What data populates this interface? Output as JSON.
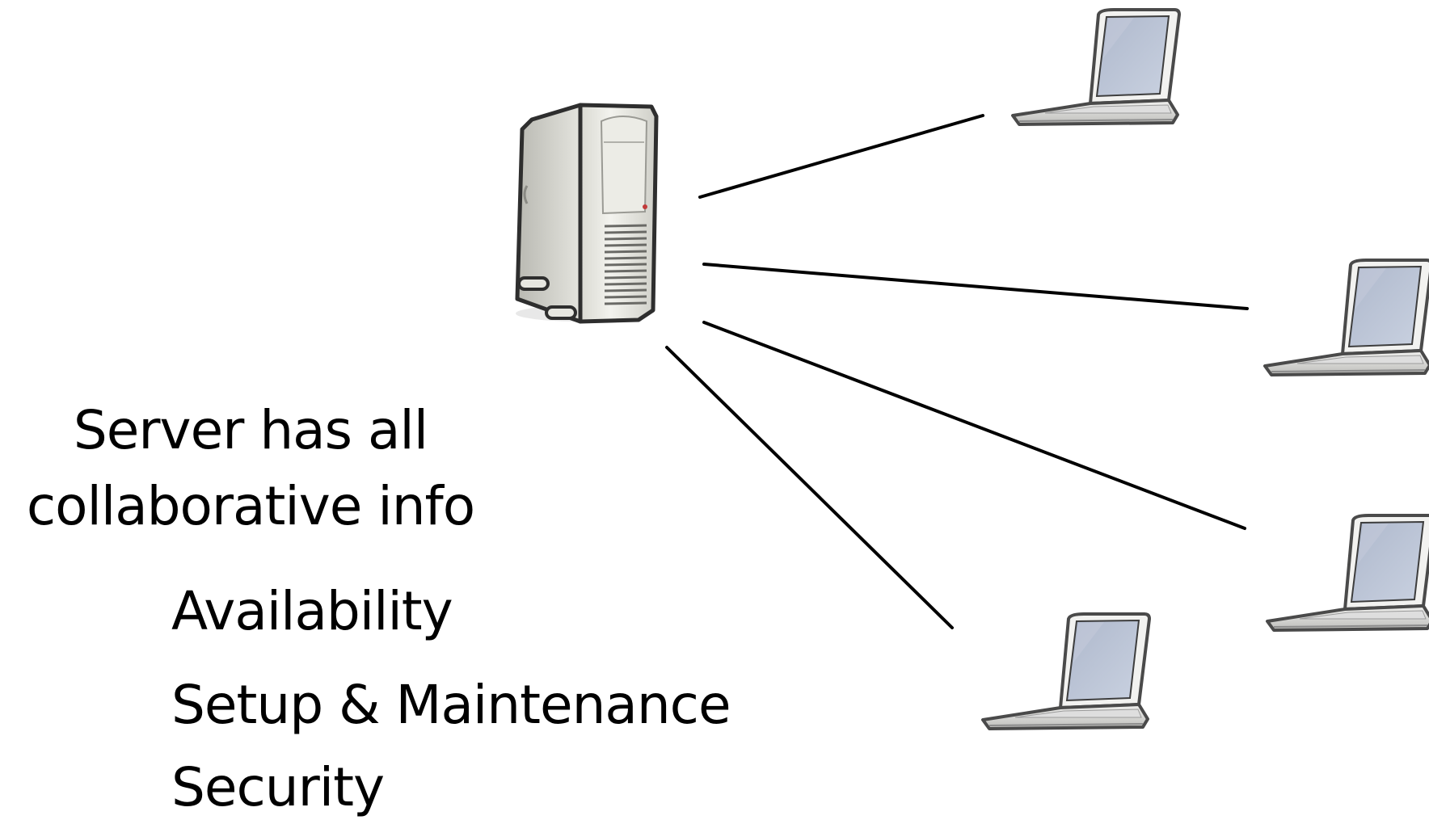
{
  "slide": {
    "background": "#ffffff",
    "caption_lines": [
      "Server has all",
      "collaborative info"
    ],
    "bullets": [
      "Availability",
      "Setup & Maintenance",
      "Security"
    ]
  },
  "diagram": {
    "server_icon": "tower-server-icon",
    "client_icon": "laptop-icon",
    "link_color": "#000000",
    "client_count": 4,
    "connection_count": 4
  }
}
